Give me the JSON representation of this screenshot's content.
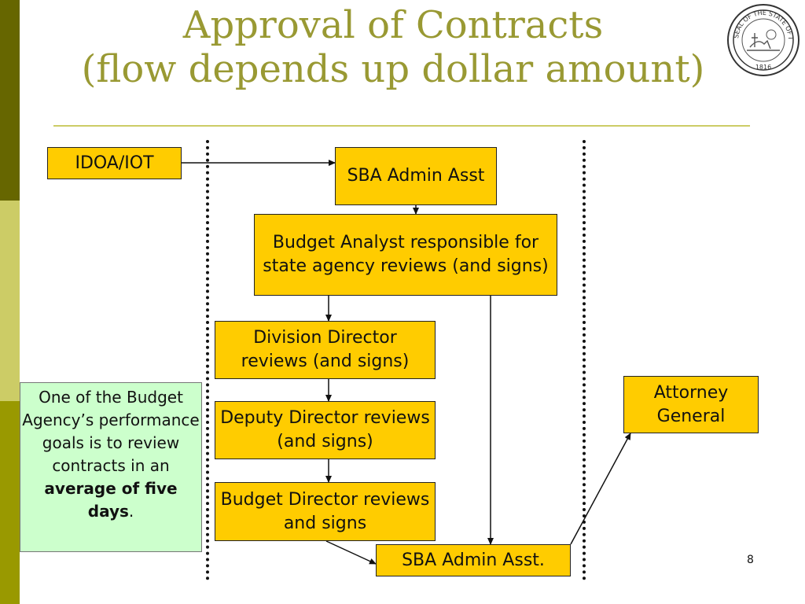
{
  "slide": {
    "title_line1": "Approval of Contracts",
    "title_line2": "(flow depends up dollar amount)",
    "page_number": "8",
    "seal": {
      "text_top": "SEAL OF THE STATE OF INDIANA",
      "year": "1816",
      "icon": "state-seal-icon"
    }
  },
  "diagram": {
    "nodes": {
      "idoa_iot": "IDOA/IOT",
      "sba_admin_asst_top": "SBA Admin Asst",
      "budget_analyst": "Budget Analyst responsible for state agency reviews (and signs)",
      "division_director": "Division Director reviews (and signs)",
      "deputy_director": "Deputy Director reviews (and signs)",
      "budget_director": "Budget Director reviews and signs",
      "sba_admin_asst_bottom": "SBA Admin Asst.",
      "attorney_general": "Attorney General"
    },
    "note": {
      "text_before": "One of the Budget Agency’s performance goals is to review contracts in an ",
      "bold": "average of five days",
      "text_after": "."
    },
    "colors": {
      "box_fill": "#ffcc00",
      "note_fill": "#ccffcc",
      "title": "#999933",
      "sidebar_dark": "#666600",
      "sidebar_light": "#cccc66",
      "sidebar_mid": "#999900"
    }
  }
}
